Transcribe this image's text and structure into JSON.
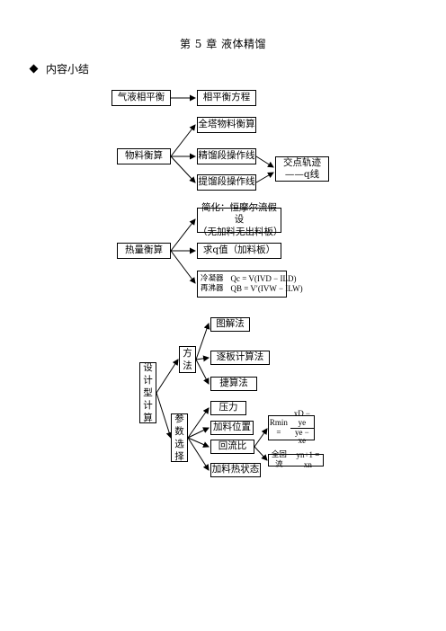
{
  "header": {
    "title": "第 5 章  液体精馏"
  },
  "section": {
    "label": "内容小结"
  },
  "diagram": {
    "equilibrium": {
      "root": "气液相平衡",
      "child": "相平衡方程"
    },
    "material": {
      "root": "物料衡算",
      "children": [
        "全塔物料衡算",
        "精馏段操作线",
        "提馏段操作线"
      ],
      "merge": [
        "交点轨迹",
        "——q线"
      ]
    },
    "heat": {
      "root": "热量衡算",
      "simplify": [
        "简化：恒摩尔流假设",
        "（无加料无出料板）"
      ],
      "qvalue": "求q值（加料板）",
      "condenser": {
        "label": "冷凝器",
        "formula": "Qc = V(IVD − ILD)"
      },
      "reboiler": {
        "label": "再沸器",
        "formula": "QB = V′(IVW − ILW)"
      }
    },
    "design": {
      "root": [
        "设",
        "计",
        "型",
        "计",
        "算"
      ],
      "methods": {
        "label": [
          "方",
          "法"
        ],
        "items": [
          "图解法",
          "逐板计算法",
          "捷算法"
        ]
      },
      "params": {
        "label": [
          "参",
          "数",
          "选",
          "择"
        ],
        "items": [
          "压力",
          "加料位置",
          "回流比",
          "加料热状态"
        ],
        "rmin": {
          "lhs": "Rmin =",
          "num": "xD − ye",
          "den": "ye − xe"
        },
        "total_reflux": {
          "label": "全回流",
          "formula": "yn+1 = xn"
        }
      }
    }
  }
}
